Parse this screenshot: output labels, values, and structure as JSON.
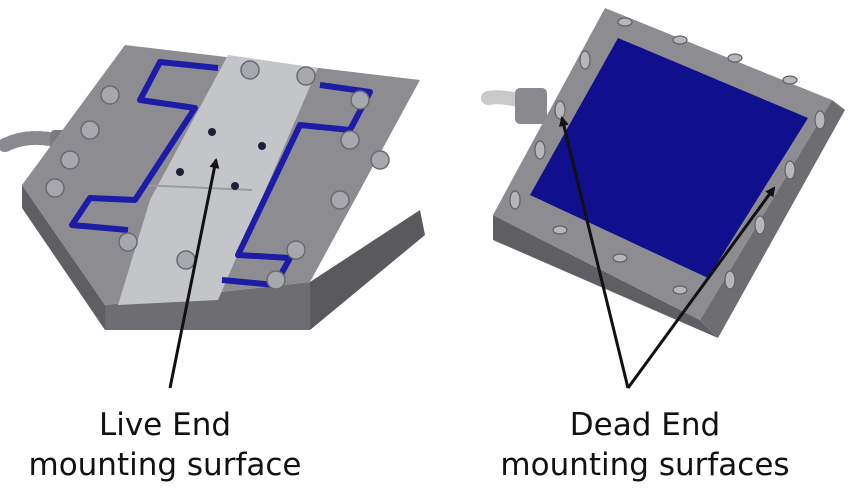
{
  "figure": {
    "live_end": {
      "line1": "Live End",
      "line2": "mounting surface"
    },
    "dead_end": {
      "line1": "Dead End",
      "line2": "mounting surfaces"
    }
  },
  "colors": {
    "background": "#ffffff",
    "body_top": "#8c8c90",
    "body_side": "#6a6a6e",
    "center_block": "#c4c5c9",
    "slot_blue": "#1c1ca8",
    "dead_surface_blue": "#10108e",
    "arrow": "#111111",
    "text": "#111111"
  },
  "icons": [
    "cable-icon"
  ]
}
